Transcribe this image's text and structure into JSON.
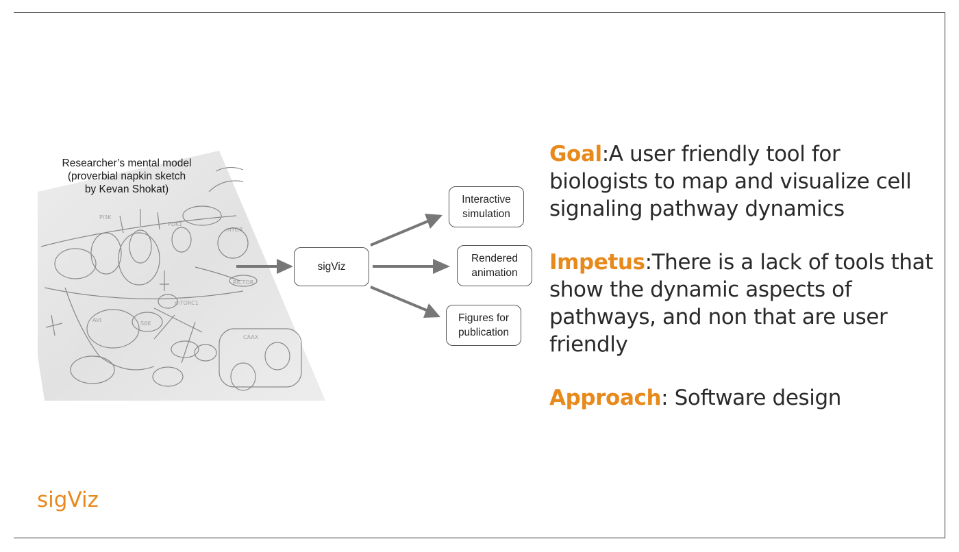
{
  "sketch": {
    "caption_lines": [
      "Researcher’s mental model",
      "(proverbial napkin sketch",
      "by Kevan Shokat)"
    ]
  },
  "flow": {
    "center": "sigViz",
    "outputs": [
      {
        "line1": "Interactive",
        "line2": "simulation"
      },
      {
        "line1": "Rendered",
        "line2": "animation"
      },
      {
        "line1": "Figures for",
        "line2": "publication"
      }
    ]
  },
  "sections": {
    "goal": {
      "label": "Goal",
      "sep": ":",
      "lines": [
        "A user friendly tool for",
        "biologists to map and visualize cell",
        "signaling pathway dynamics"
      ]
    },
    "impetus": {
      "label": "Impetus",
      "sep": ":",
      "lines": [
        "There is a lack of tools that",
        "show the dynamic aspects of",
        "pathways, and non that are user",
        "friendly"
      ]
    },
    "approach": {
      "label": "Approach",
      "sep": ":",
      "lines": [
        "Software design"
      ]
    }
  },
  "footer": {
    "title": "sigViz"
  },
  "colors": {
    "accent": "#e8891c",
    "arrow": "#777777",
    "border": "#333333"
  }
}
